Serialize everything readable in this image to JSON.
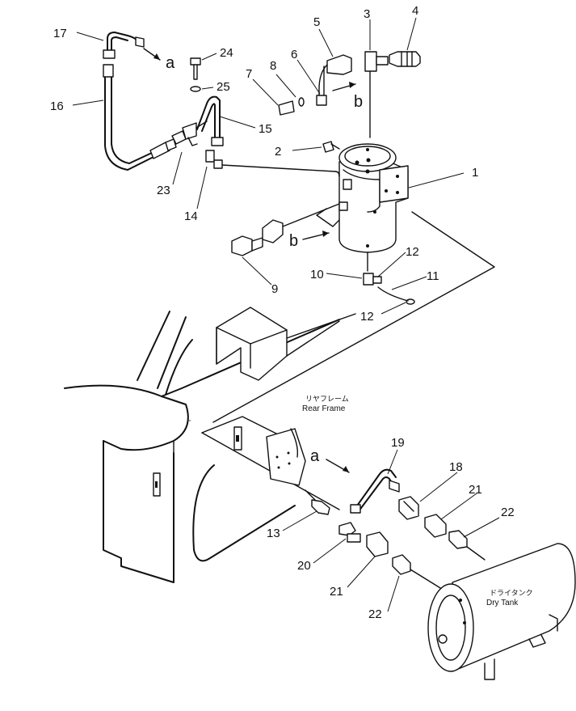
{
  "labels": {
    "n1": "1",
    "n2": "2",
    "n3": "3",
    "n4": "4",
    "n5": "5",
    "n6": "6",
    "n7": "7",
    "n8": "8",
    "n9": "9",
    "n10": "10",
    "n11": "11",
    "n12a": "12",
    "n12b": "12",
    "n13": "13",
    "n14": "14",
    "n15": "15",
    "n16": "16",
    "n17": "17",
    "n18": "18",
    "n19": "19",
    "n20": "20",
    "n21a": "21",
    "n21b": "21",
    "n22a": "22",
    "n22b": "22",
    "n23": "23",
    "n24": "24",
    "n25": "25"
  },
  "connectors": {
    "a1": "a",
    "a2": "a",
    "b1": "b",
    "b2": "b"
  },
  "notes": {
    "rear_frame_jp": "リヤフレーム",
    "rear_frame_en": "Rear Frame",
    "dry_tank_jp": "ドライタンク",
    "dry_tank_en": "Dry Tank"
  }
}
